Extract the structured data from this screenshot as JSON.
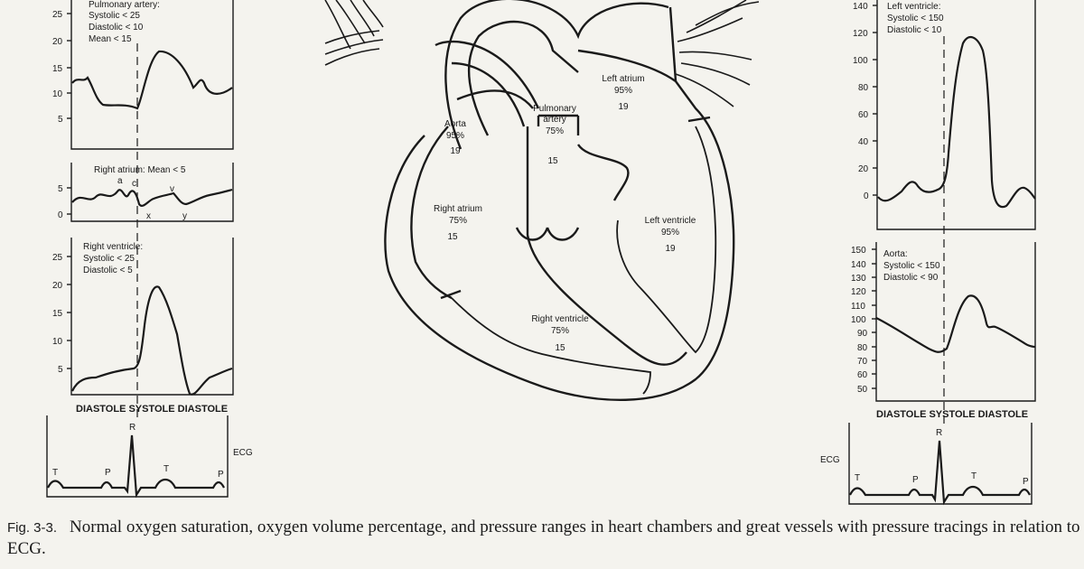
{
  "pulmonary_artery_panel": {
    "title": "Pulmonary artery:",
    "systolic": "Systolic < 25",
    "diastolic": "Diastolic < 10",
    "mean": "Mean < 15",
    "ticks": [
      "25",
      "20",
      "15",
      "10",
      "5"
    ]
  },
  "right_atrium_panel": {
    "title": "Right atrium: Mean < 5",
    "waves": [
      "a",
      "c",
      "v",
      "x",
      "y"
    ],
    "ticks": [
      "5",
      "0"
    ]
  },
  "right_ventricle_panel": {
    "title": "Right ventricle:",
    "systolic": "Systolic < 25",
    "diastolic": "Diastolic < 5",
    "ticks": [
      "25",
      "20",
      "15",
      "10",
      "5"
    ]
  },
  "left_ventricle_panel": {
    "title": "Left ventricle:",
    "systolic": "Systolic < 150",
    "diastolic": "Diastolic < 10",
    "ticks": [
      "140",
      "120",
      "100",
      "80",
      "60",
      "40",
      "20",
      "0"
    ]
  },
  "aorta_panel": {
    "title": "Aorta:",
    "systolic": "Systolic < 150",
    "diastolic": "Diastolic < 90",
    "ticks": [
      "150",
      "140",
      "130",
      "120",
      "110",
      "100",
      "90",
      "80",
      "70",
      "60",
      "50"
    ]
  },
  "phase_label": "DIASTOLE SYSTOLE DIASTOLE",
  "ecg": {
    "label": "ECG",
    "waves": [
      "T",
      "P",
      "R",
      "T",
      "P"
    ]
  },
  "heart": {
    "aorta": {
      "name": "Aorta",
      "saturation": "95%",
      "volume": "19"
    },
    "pulmonary_artery": {
      "name_line1": "Pulmonary",
      "name_line2": "artery",
      "saturation": "75%",
      "volume": "15"
    },
    "left_atrium": {
      "name": "Left atrium",
      "saturation": "95%",
      "volume": "19"
    },
    "right_atrium": {
      "name": "Right atrium",
      "saturation": "75%",
      "volume": "15"
    },
    "left_ventricle": {
      "name": "Left ventricle",
      "saturation": "95%",
      "volume": "19"
    },
    "right_ventricle": {
      "name": "Right ventricle",
      "saturation": "75%",
      "volume": "15"
    }
  },
  "caption": {
    "figure": "Fig. 3-3.",
    "text": "Normal oxygen saturation, oxygen volume percentage, and pressure ranges in heart chambers and great vessels with pressure tracings in relation to ECG."
  }
}
